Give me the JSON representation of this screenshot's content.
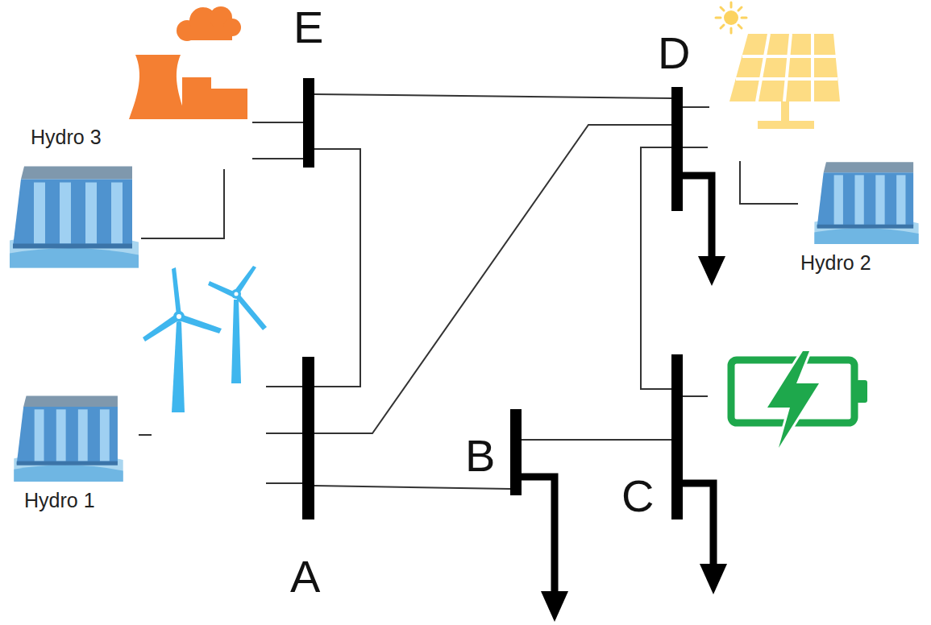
{
  "diagram": {
    "nodes": [
      {
        "text": [
          "E"
        ]
      },
      {
        "text": [
          "D"
        ]
      },
      {
        "text": [
          "A"
        ]
      },
      {
        "text": [
          "B"
        ]
      },
      {
        "text": [
          "C"
        ]
      }
    ],
    "edges": [
      {
        "from": 0,
        "to": 1,
        "arrow": "none"
      },
      {
        "from": 0,
        "to": 2,
        "arrow": "none"
      },
      {
        "from": 2,
        "to": 1,
        "arrow": "none"
      },
      {
        "from": 2,
        "to": 3,
        "arrow": "none"
      },
      {
        "from": 3,
        "to": 4,
        "arrow": "none"
      },
      {
        "from": 1,
        "to": 4,
        "arrow": "none"
      }
    ],
    "labels": [
      "Hydro 3",
      "Hydro 2",
      "Hydro 1"
    ]
  }
}
